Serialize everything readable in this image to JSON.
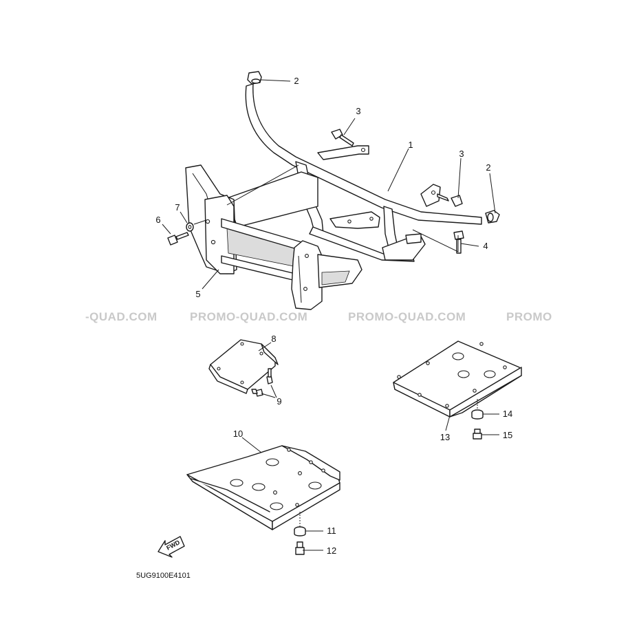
{
  "diagram": {
    "part_callouts": [
      "1",
      "2",
      "3",
      "4",
      "5",
      "6",
      "7",
      "8",
      "9",
      "10",
      "11",
      "12",
      "13",
      "14",
      "15"
    ],
    "callouts": {
      "c1": "1",
      "c2a": "2",
      "c2b": "2",
      "c3a": "3",
      "c3b": "3",
      "c4": "4",
      "c5": "5",
      "c6": "6",
      "c7": "7",
      "c8": "8",
      "c9": "9",
      "c10": "10",
      "c11": "11",
      "c12": "12",
      "c13": "13",
      "c14": "14",
      "c15": "15"
    },
    "watermarks": [
      "-QUAD.COM",
      "PROMO-QUAD.COM",
      "PROMO-QUAD.COM",
      "PROMO"
    ],
    "direction_arrow": "FWD",
    "diagram_code": "5UG9100E4101"
  }
}
